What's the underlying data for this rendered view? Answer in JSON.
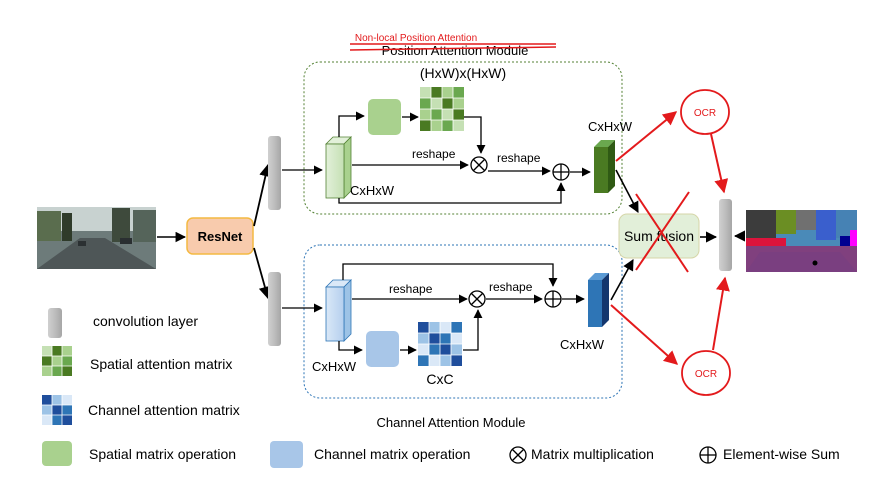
{
  "title": {
    "crossed_out": "Position Attention Module",
    "replacement": "Non-local Position Attention"
  },
  "labels": {
    "hw_matrix": "(HxW)x(HxW)",
    "reshape_a": "reshape",
    "reshape_b": "reshape",
    "reshape_c": "reshape",
    "reshape_d": "reshape",
    "cxhxw_pos_in": "CxHxW",
    "cxhxw_pos_out": "CxHxW",
    "cxhxw_ch_in": "CxHxW",
    "cxhxw_ch_out": "CxHxW",
    "cxc": "CxC",
    "channel_module": "Channel Attention Module",
    "resnet": "ResNet",
    "sum_fusion": "Sum fusion",
    "ocr_top": "OCR",
    "ocr_bottom": "OCR"
  },
  "legend": {
    "conv": "convolution layer",
    "spatial_matrix": "Spatial attention matrix",
    "channel_matrix": "Channel attention matrix",
    "spatial_op": "Spatial matrix operation",
    "channel_op": "Channel matrix operation",
    "matmul": "Matrix multiplication",
    "elemsum": "Element-wise Sum"
  },
  "colors": {
    "green_dark": "#4a7a22",
    "green_light": "#a9d18e",
    "blue_dark": "#1f4e9c",
    "blue_light": "#a8c6e8",
    "resnet_fill": "#f8cbad",
    "resnet_border": "#f4b942",
    "fusion_fill": "#e2efd9",
    "annotation_red": "#e31a1c",
    "conv_gray": "#bfbfbf"
  }
}
